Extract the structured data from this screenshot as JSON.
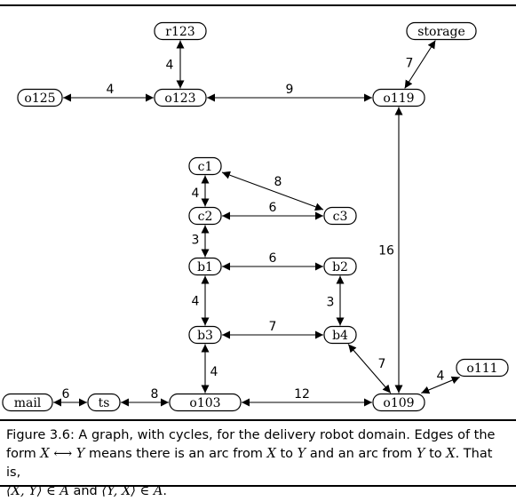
{
  "graph": {
    "nodes": [
      {
        "id": "r123",
        "label": "r123"
      },
      {
        "id": "storage",
        "label": "storage"
      },
      {
        "id": "o125",
        "label": "o125"
      },
      {
        "id": "o123",
        "label": "o123"
      },
      {
        "id": "o119",
        "label": "o119"
      },
      {
        "id": "c1",
        "label": "c1"
      },
      {
        "id": "c2",
        "label": "c2"
      },
      {
        "id": "c3",
        "label": "c3"
      },
      {
        "id": "b1",
        "label": "b1"
      },
      {
        "id": "b2",
        "label": "b2"
      },
      {
        "id": "b3",
        "label": "b3"
      },
      {
        "id": "b4",
        "label": "b4"
      },
      {
        "id": "o111",
        "label": "o111"
      },
      {
        "id": "mail",
        "label": "mail"
      },
      {
        "id": "ts",
        "label": "ts"
      },
      {
        "id": "o103",
        "label": "o103"
      },
      {
        "id": "o109",
        "label": "o109"
      }
    ],
    "edges": [
      {
        "from": "r123",
        "to": "o123",
        "weight": "4"
      },
      {
        "from": "o125",
        "to": "o123",
        "weight": "4"
      },
      {
        "from": "o123",
        "to": "o119",
        "weight": "9"
      },
      {
        "from": "storage",
        "to": "o119",
        "weight": "7"
      },
      {
        "from": "c1",
        "to": "c2",
        "weight": "4"
      },
      {
        "from": "c1",
        "to": "c3",
        "weight": "8"
      },
      {
        "from": "c2",
        "to": "c3",
        "weight": "6"
      },
      {
        "from": "b1",
        "to": "c2",
        "weight": "3"
      },
      {
        "from": "b1",
        "to": "b2",
        "weight": "6"
      },
      {
        "from": "b1",
        "to": "b3",
        "weight": "4"
      },
      {
        "from": "b2",
        "to": "b4",
        "weight": "3"
      },
      {
        "from": "b3",
        "to": "b4",
        "weight": "7"
      },
      {
        "from": "o119",
        "to": "o109",
        "weight": "16"
      },
      {
        "from": "b4",
        "to": "o109",
        "weight": "7"
      },
      {
        "from": "o109",
        "to": "o111",
        "weight": "4"
      },
      {
        "from": "mail",
        "to": "ts",
        "weight": "6"
      },
      {
        "from": "ts",
        "to": "o103",
        "weight": "8"
      },
      {
        "from": "o103",
        "to": "b3",
        "weight": "4"
      },
      {
        "from": "o103",
        "to": "o109",
        "weight": "12"
      }
    ]
  },
  "caption": {
    "label": "Figure 3.6:",
    "text1": " A graph, with cycles, for the delivery robot domain. Edges of the form ",
    "math_x": "X",
    "arrow": "⟷",
    "math_y": "Y",
    "text2": " means there is an arc from ",
    "x2": "X",
    "to1": " to ",
    "y2": "Y",
    "text3": " and an arc from ",
    "y3": "Y",
    "to2": " to ",
    "x3": "X",
    "text4": ". That is,",
    "pair1": "⟨X, Y⟩ ∈ A",
    "and": " and ",
    "pair2": "⟨Y, X⟩ ∈ A",
    "end": "."
  }
}
